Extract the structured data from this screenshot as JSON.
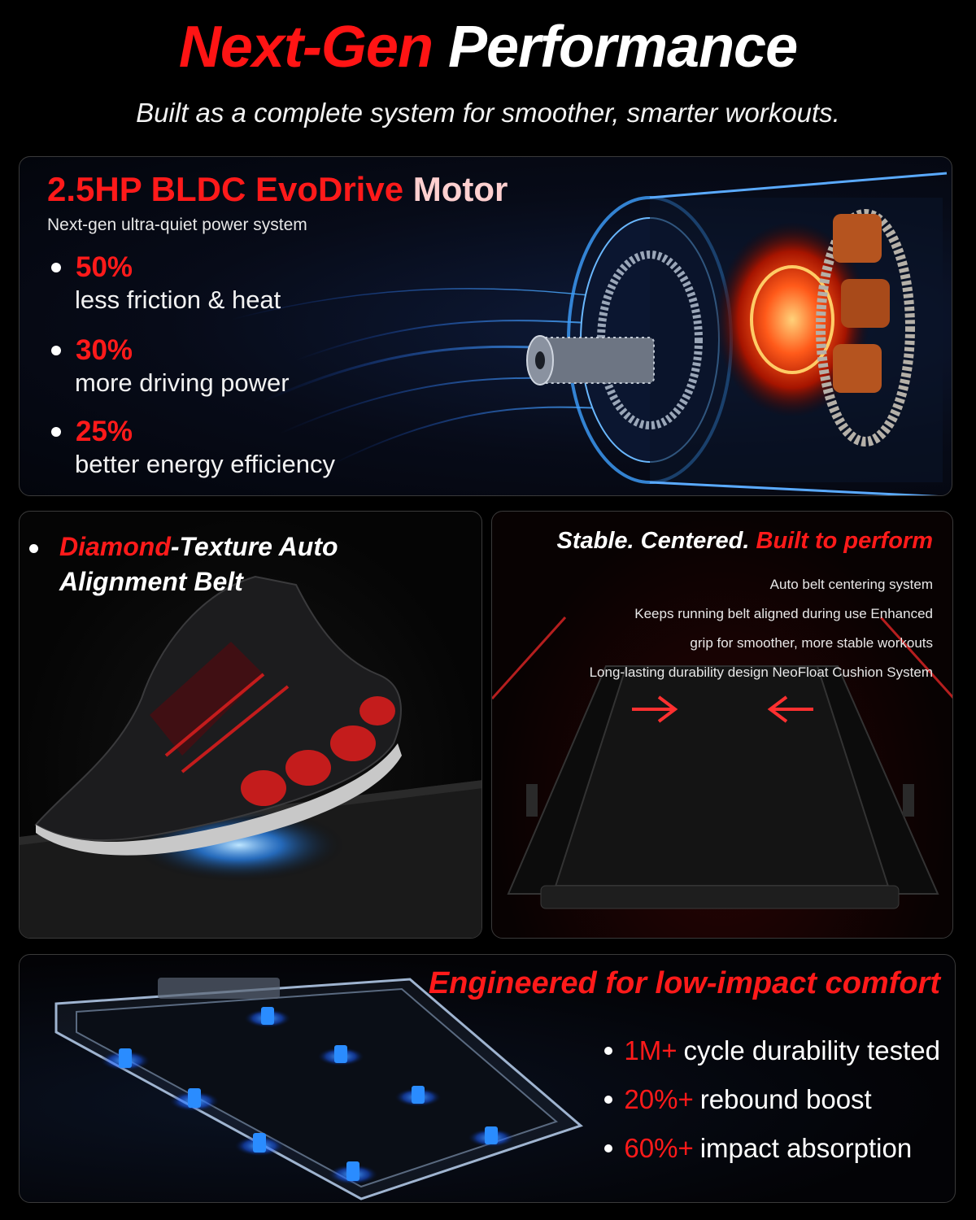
{
  "header": {
    "title_red": "Next-Gen",
    "title_white": "Performance",
    "subtitle": "Built as a complete system for smoother, smarter workouts."
  },
  "motor": {
    "title_red": "2.5HP BLDC EvoDrive",
    "title_pink": "Motor",
    "subtitle": "Next-gen ultra-quiet power system",
    "stats": [
      {
        "value": "50%",
        "label": "less friction & heat"
      },
      {
        "value": "30%",
        "label": "more driving power"
      },
      {
        "value": "25%",
        "label": "better energy efficiency"
      }
    ]
  },
  "belt_feature": {
    "title_red": "Diamond",
    "title_rest": "-Texture Auto",
    "title_line2": "Alignment Belt"
  },
  "centering": {
    "title_white": "Stable. Centered.",
    "title_red": "Built to perform",
    "lines": [
      "Auto belt centering system",
      "Keeps running belt aligned during use Enhanced",
      "grip for smoother, more stable workouts",
      "Long-lasting durability design NeoFloat Cushion System"
    ]
  },
  "cushion": {
    "title": "Engineered for low-impact comfort",
    "items": [
      {
        "value": "1M+",
        "label": "cycle durability tested"
      },
      {
        "value": "20%+",
        "label": "rebound boost"
      },
      {
        "value": "60%+",
        "label": "impact absorption"
      }
    ]
  },
  "colors": {
    "accent": "#ff1a1a",
    "background": "#000000",
    "glow_blue": "#2a8cff"
  }
}
